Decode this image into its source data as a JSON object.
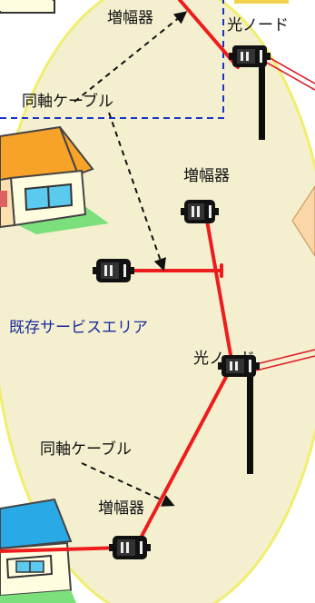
{
  "labels": {
    "amp_top": "増幅器",
    "optical_node_top": "光ノード",
    "coax_top": "同軸ケーブル",
    "amp_mid": "増幅器",
    "service_area": "既存サービスエリア",
    "optical_node_mid": "光ノード",
    "coax_bottom": "同軸ケーブル",
    "amp_bottom": "増幅器"
  },
  "colors": {
    "area_fill": "#f4f0cf",
    "area_border": "#f0ee6e",
    "cable": "#ee1c1c",
    "fiber": "#e0202a",
    "pole": "#0d0d0d",
    "dashed_box": "#1a33c8",
    "house_orange_roof": "#f7a32a",
    "house_blue_roof": "#29a9e6",
    "house_wall": "#fffce0",
    "lawn": "#7be07b",
    "window": "#5cc9ee",
    "peach_shape": "#fbd6a8",
    "text": "#111111",
    "area_text": "#1b2a9c"
  },
  "icons": [
    "amplifier-icon",
    "optical-node-icon",
    "house-icon",
    "utility-pole-icon",
    "arrow-icon"
  ]
}
